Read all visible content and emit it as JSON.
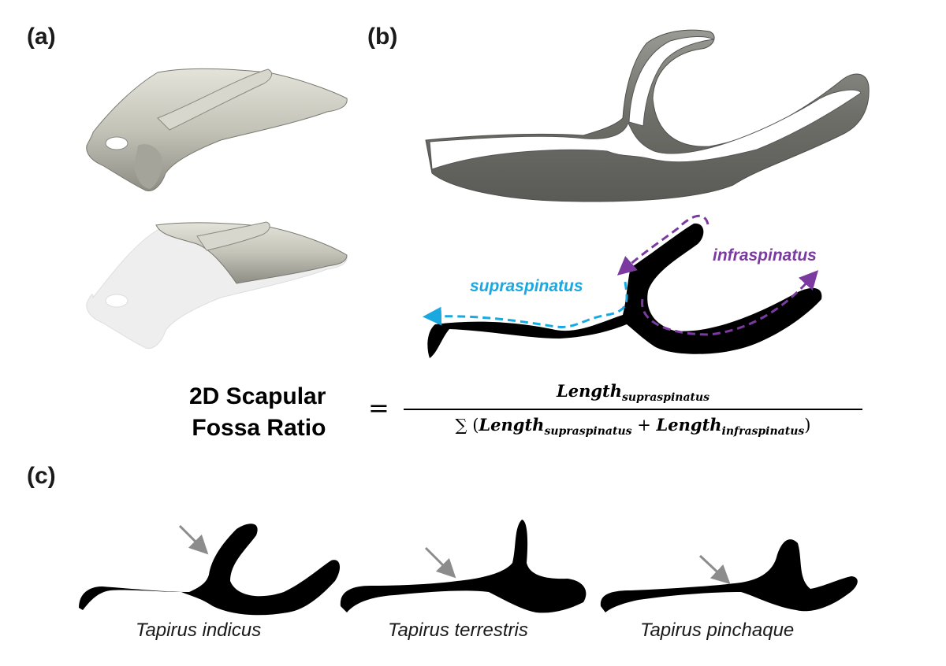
{
  "panels": {
    "a": "(a)",
    "b": "(b)",
    "c": "(c)"
  },
  "labels": {
    "supraspinatus": "supraspinatus",
    "infraspinatus": "infraspinatus"
  },
  "formula": {
    "lhs_line1": "2D Scapular",
    "lhs_line2": "Fossa Ratio",
    "equals": "=",
    "sum": "∑",
    "term_base": "Length",
    "term_supra_sub": "supraspinatus",
    "term_infra_sub": "infraspinatus",
    "plus": "+",
    "open_paren": "(",
    "close_paren": ")"
  },
  "species": {
    "s1": "Tapirus indicus",
    "s2": "Tapirus terrestris",
    "s3": "Tapirus pinchaque"
  },
  "colors": {
    "supraspinatus": "#1aa8e0",
    "infraspinatus": "#7a3aa0",
    "arrow": "#8c8c8c",
    "bone": "#c9c8bf"
  }
}
